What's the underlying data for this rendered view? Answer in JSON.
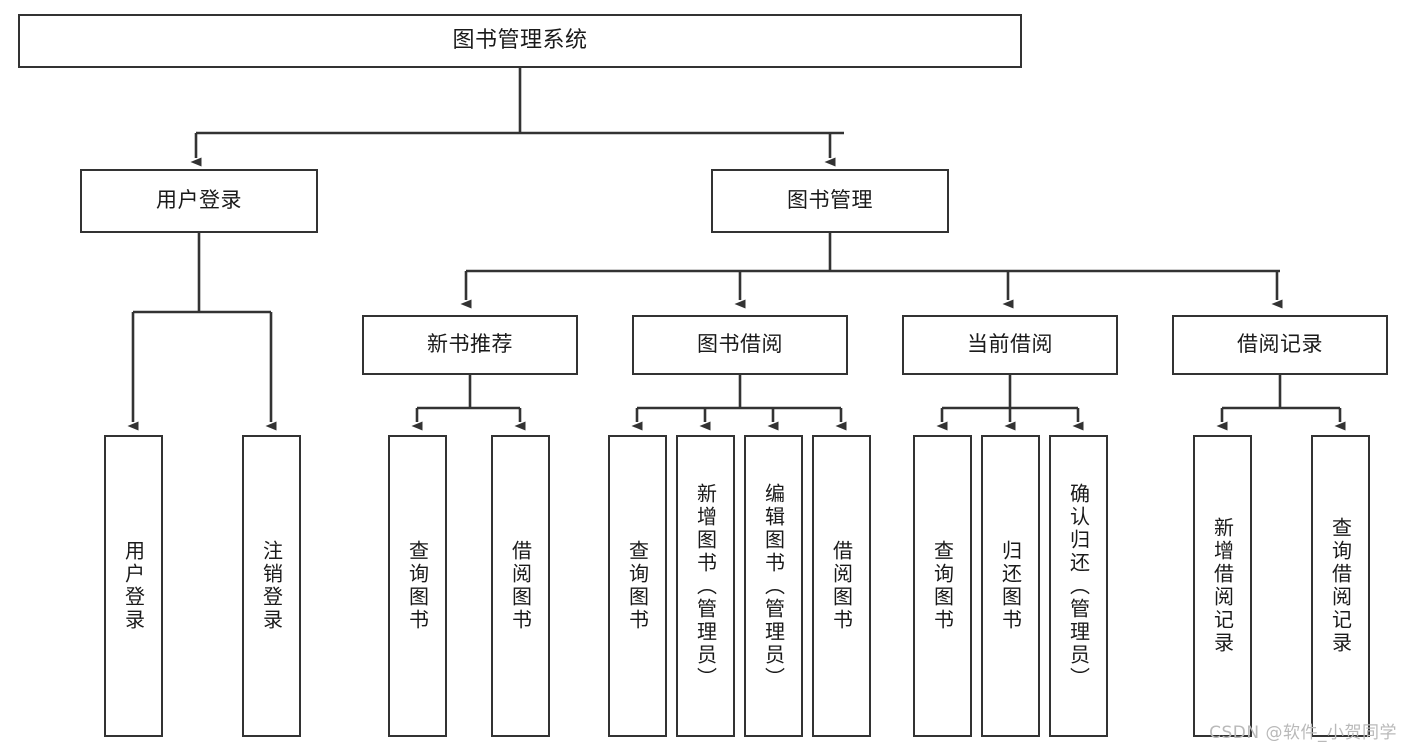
{
  "diagram": {
    "title": "图书管理系统",
    "type": "tree-hierarchy-diagram",
    "colors": {
      "stroke": "#333333",
      "box_fill": "#ffffff",
      "text": "#1a1a1a",
      "watermark": "#b9b9b9",
      "background": "#ffffff"
    },
    "root": {
      "label": "图书管理系统"
    },
    "level2": [
      {
        "label": "用户登录"
      },
      {
        "label": "图书管理"
      }
    ],
    "level3": [
      {
        "label": "新书推荐"
      },
      {
        "label": "图书借阅"
      },
      {
        "label": "当前借阅"
      },
      {
        "label": "借阅记录"
      }
    ],
    "leaves": {
      "user_login": [
        {
          "label": "用户登录"
        },
        {
          "label": "注销登录"
        }
      ],
      "new_book_rec": [
        {
          "label": "查询图书"
        },
        {
          "label": "借阅图书"
        }
      ],
      "book_borrow": [
        {
          "label": "查询图书"
        },
        {
          "label": "新增图书（管理员）"
        },
        {
          "label": "编辑图书（管理员）"
        },
        {
          "label": "借阅图书"
        }
      ],
      "current_borrow": [
        {
          "label": "查询图书"
        },
        {
          "label": "归还图书"
        },
        {
          "label": "确认归还（管理员）"
        }
      ],
      "borrow_record": [
        {
          "label": "新增借阅记录"
        },
        {
          "label": "查询借阅记录"
        }
      ]
    }
  },
  "watermark": {
    "text": "CSDN @软件_小贺同学"
  }
}
